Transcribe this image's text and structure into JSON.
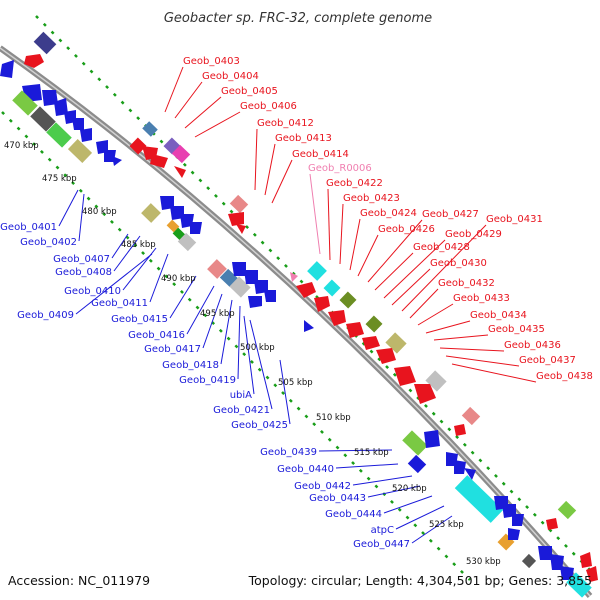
{
  "title": "Geobacter sp. FRC-32, complete genome",
  "accession": "Accession: NC_011979",
  "topology": "Topology: circular; Length: 4,304,501 bp; Genes: 3,855",
  "colors": {
    "forward_label": "#e8141e",
    "reverse_label": "#1a1ad9",
    "rna_label": "#f07fb0",
    "backbone": "#8c8c8c",
    "dotted_track": "#1a9e1a"
  },
  "ticks": [
    "470 kbp",
    "475 kbp",
    "480 kbp",
    "485 kbp",
    "490 kbp",
    "495 kbp",
    "500 kbp",
    "505 kbp",
    "510 kbp",
    "515 kbp",
    "520 kbp",
    "525 kbp",
    "530 kbp"
  ],
  "forward_genes": [
    "Geob_0403",
    "Geob_0404",
    "Geob_0405",
    "Geob_0406",
    "Geob_0412",
    "Geob_0413",
    "Geob_0414",
    "Geob_R0006",
    "Geob_0422",
    "Geob_0423",
    "Geob_0424",
    "Geob_0426",
    "Geob_0427",
    "Geob_0428",
    "Geob_0429",
    "Geob_0430",
    "Geob_0431",
    "Geob_0432",
    "Geob_0433",
    "Geob_0434",
    "Geob_0435",
    "Geob_0436",
    "Geob_0437",
    "Geob_0438"
  ],
  "reverse_genes": [
    "Geob_0401",
    "Geob_0402",
    "Geob_0407",
    "Geob_0408",
    "Geob_0410",
    "Geob_0409",
    "Geob_0411",
    "Geob_0415",
    "Geob_0416",
    "Geob_0417",
    "Geob_0418",
    "Geob_0419",
    "ubiA",
    "Geob_0421",
    "Geob_0425",
    "Geob_0439",
    "Geob_0440",
    "Geob_0442",
    "Geob_0443",
    "Geob_0444",
    "atpC",
    "Geob_0447"
  ]
}
